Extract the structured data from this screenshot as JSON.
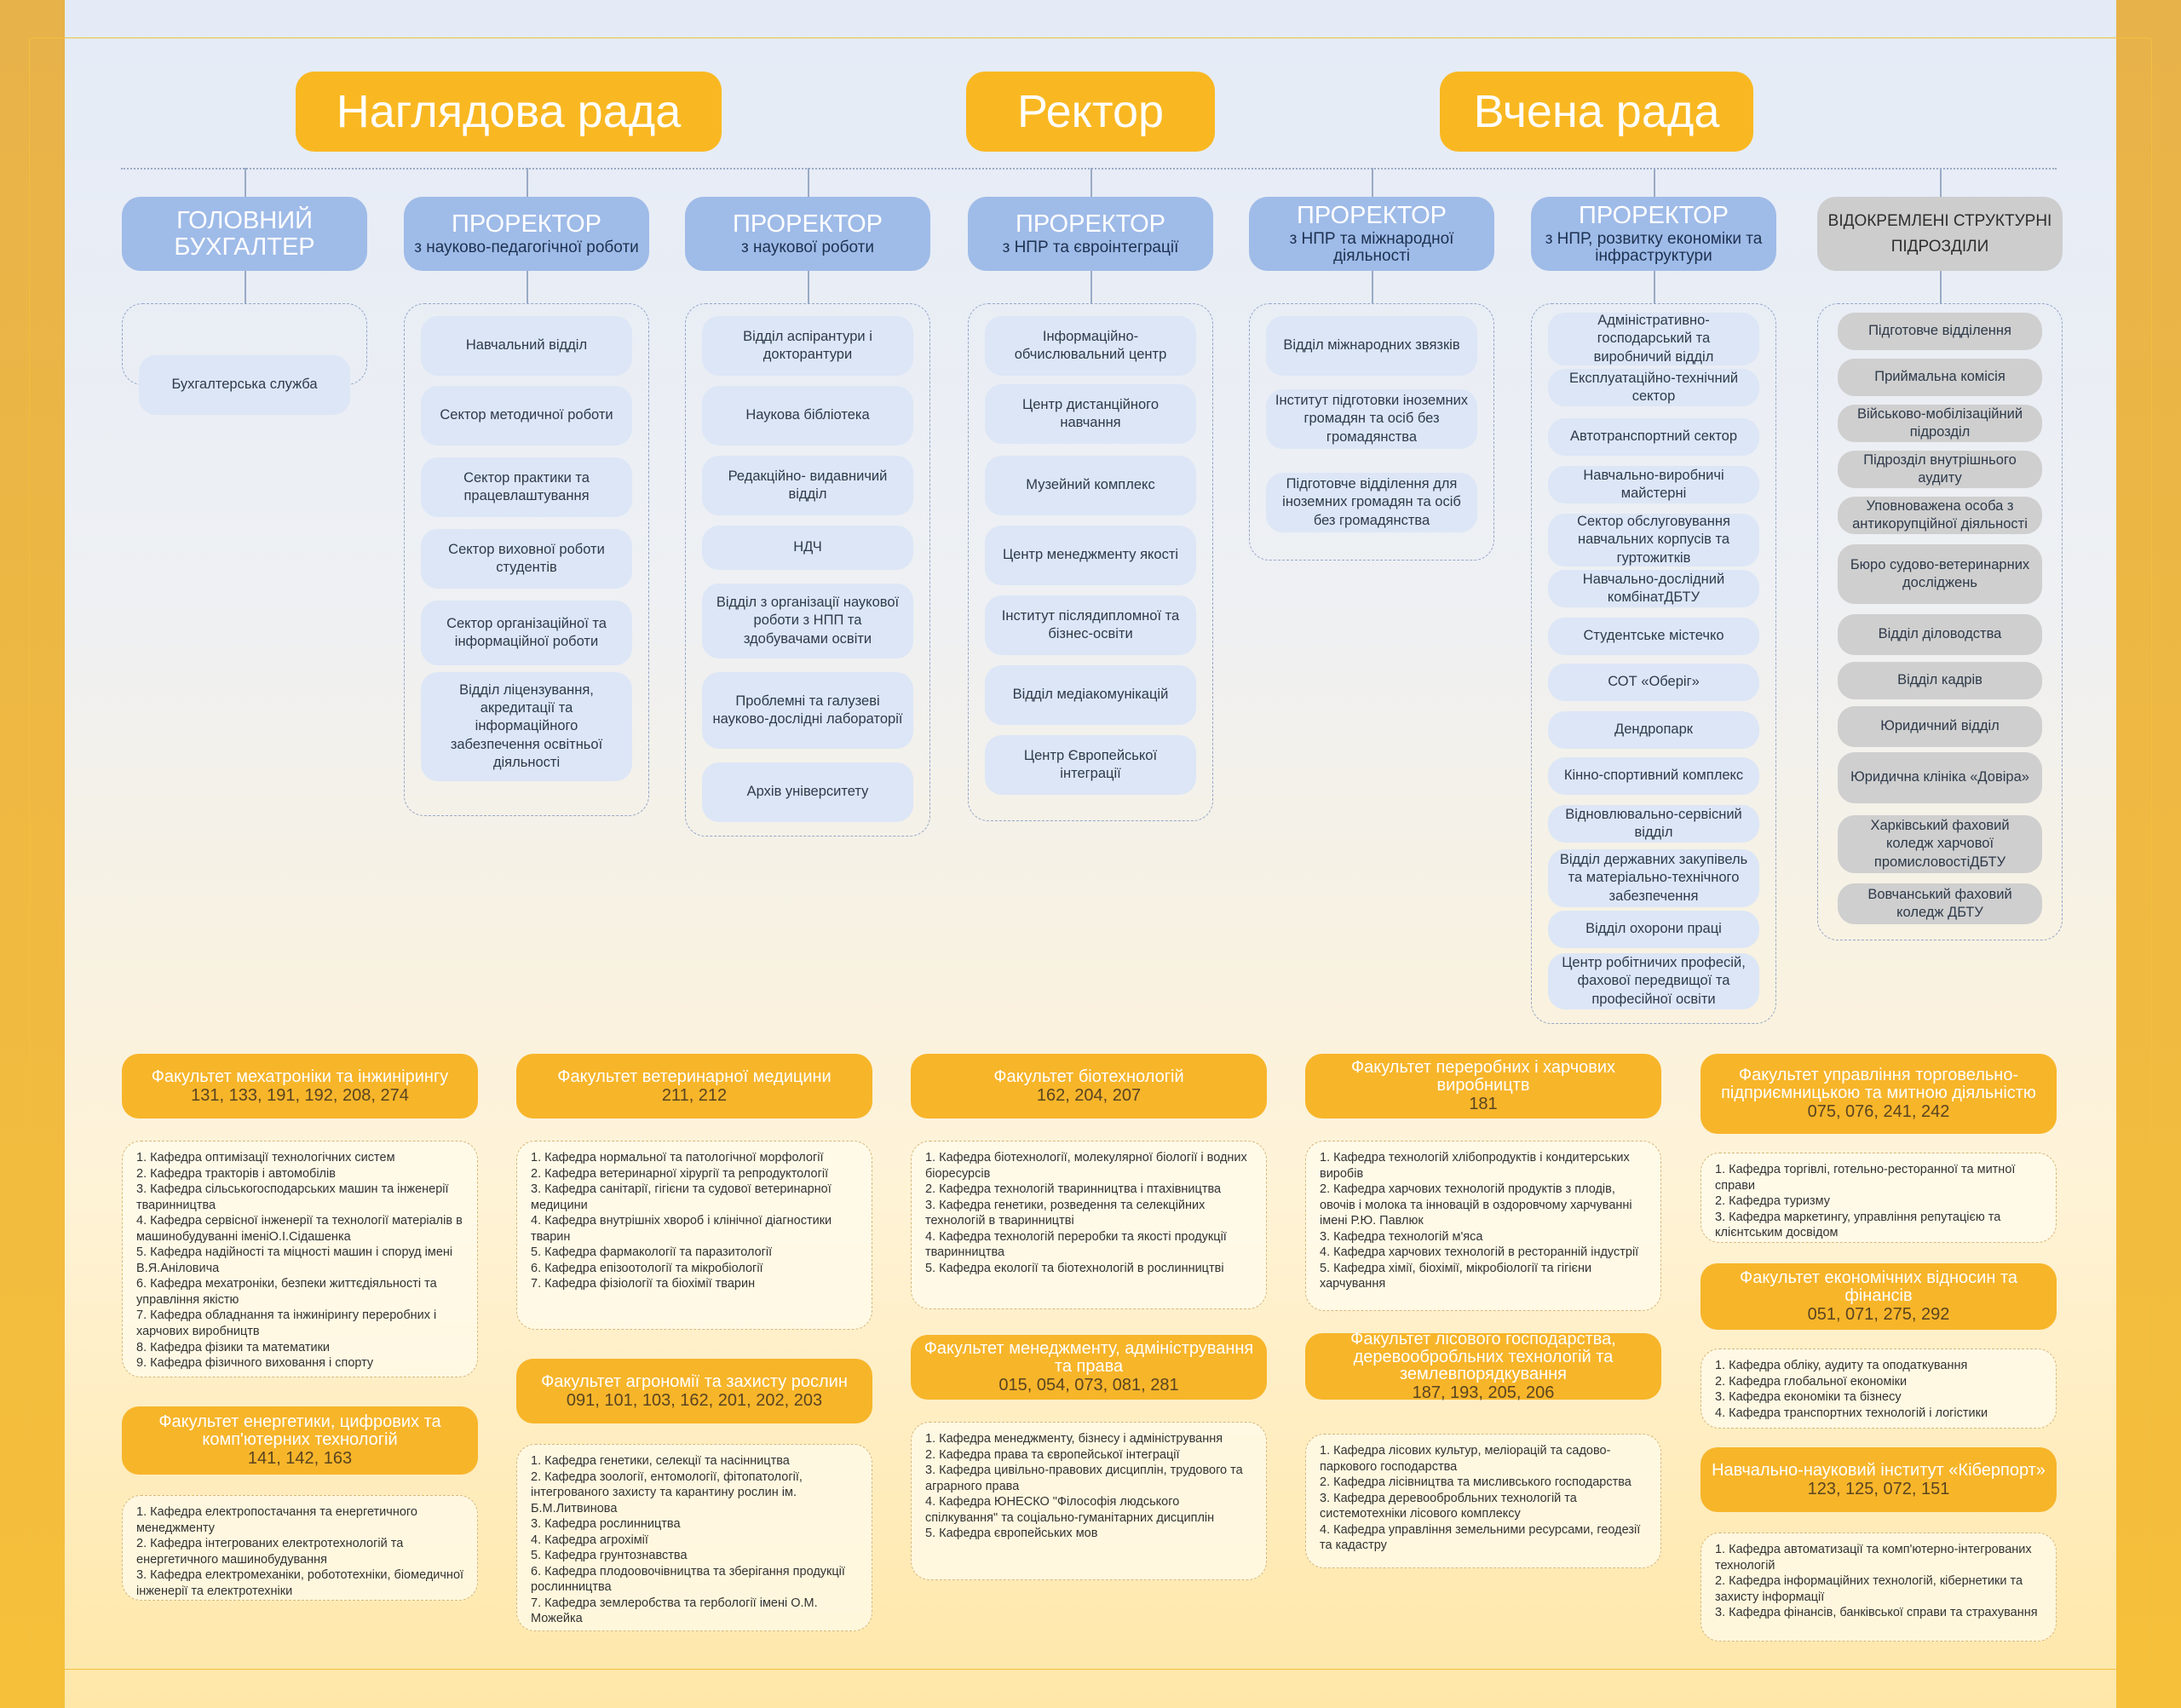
{
  "top": {
    "supervisory_board": "Наглядова рада",
    "rector": "Ректор",
    "academic_council": "Вчена рада"
  },
  "columns": [
    {
      "title": "ГОЛОВНИЙ БУХГАЛТЕР",
      "subtitle": "",
      "items": [
        "Бухгалтерська служба"
      ]
    },
    {
      "title": "ПРОРЕКТОР",
      "subtitle": "з науково-педагогічної роботи",
      "items": [
        "Навчальний відділ",
        "Сектор методичної роботи",
        "Сектор практики та працевлаштування",
        "Сектор виховної роботи студентів",
        "Сектор організаційної та інформаційної роботи",
        "Відділ ліцензування, акредитації та інформаційного забезпечення освітньої діяльності"
      ]
    },
    {
      "title": "ПРОРЕКТОР",
      "subtitle": "з наукової роботи",
      "items": [
        "Відділ аспірантури і докторантури",
        "Наукова бібліотека",
        "Редакційно- видавничий відділ",
        "НДЧ",
        "Відділ з організації наукової роботи з НПП та здобувачами освіти",
        "Проблемні та галузеві науково-дослідні лабораторії",
        "Архів університету"
      ]
    },
    {
      "title": "ПРОРЕКТОР",
      "subtitle": "з НПР та євроінтеграції",
      "items": [
        "Інформаційно-обчислювальний центр",
        "Центр дистанційного навчання",
        "Музейний комплекс",
        "Центр менеджменту якості",
        "Інститут післядипломної та бізнес-освіти",
        "Відділ медіакомунікацій",
        "Центр Європейської інтеграції"
      ]
    },
    {
      "title": "ПРОРЕКТОР",
      "subtitle": "з НПР та міжнародної діяльності",
      "items": [
        "Відділ міжнародних звязків",
        "Інститут підготовки іноземних громадян та осіб без громадянства",
        "Підготовче відділення для іноземних громадян та осіб без громадянства"
      ]
    },
    {
      "title": "ПРОРЕКТОР",
      "subtitle": "з НПР, розвитку економіки та інфраструктури",
      "items": [
        "Адміністративно-господарський та виробничий відділ",
        "Експлуатаційно-технічний сектор",
        "Автотранспортний сектор",
        "Навчально-виробничі майстерні",
        "Сектор обслуговування навчальних корпусів та гуртожитків",
        "Навчально-дослідний комбінатДБТУ",
        "Студентське містечко",
        "СОТ «Оберіг»",
        "Дендропарк",
        "Кінно-спортивний комплекс",
        "Відновлювально-сервісний відділ",
        "Відділ державних закупівель та матеріально-технічного забезпечення",
        "Відділ охорони праці",
        "Центр робітничих професій, фахової передвищої та професійної освіти"
      ]
    },
    {
      "title": "ВІДОКРЕМЛЕНІ СТРУКТУРНІ ПІДРОЗДІЛИ",
      "subtitle": "",
      "items": [
        "Підготовче відділення",
        "Приймальна комісія",
        "Військово-мобілізаційний підрозділ",
        "Підрозділ внутрішнього аудиту",
        "Уповноважена особа з антикорупційної діяльності",
        "Бюро судово-ветеринарних досліджень",
        "Відділ діловодства",
        "Відділ кадрів",
        "Юридичний відділ",
        "Юридична клініка «Довіра»",
        "Харківський фаховий коледж харчової промисловостіДБТУ",
        "Вовчанський фаховий коледж ДБТУ"
      ]
    }
  ],
  "faculties": [
    {
      "name": "Факультет мехатроніки та інжинірингу",
      "codes": "131, 133, 191, 192, 208, 274",
      "depts": [
        "1. Кафедра оптимізації технологічних систем",
        "2. Кафедра тракторів і автомобілів",
        "3. Кафедра сільськогосподарських машин та інженерії тваринництва",
        "4. Кафедра сервісної інженерії та технології матеріалів в машинобудуванні іменіО.І.Сідашенка",
        "5. Кафедра надійності та міцності машин і споруд імені В.Я.Аніловича",
        "6. Кафедра мехатроніки, безпеки життєдіяльності та управління якістю",
        "7. Кафедра обладнання та інжинірингу переробних і харчових виробництв",
        "8. Кафедра фізики та математики",
        "9. Кафедра фізичного виховання і спорту"
      ]
    },
    {
      "name": "Факультет енергетики, цифрових та комп'ютерних технологій",
      "codes": "141, 142, 163",
      "depts": [
        "1. Кафедра електропостачання та енергетичного менеджменту",
        "2. Кафедра інтегрованих електротехнологій та енергетичного машинобудування",
        "3. Кафедра електромеханіки, робототехніки, біомедичної інженерії та електротехніки"
      ]
    },
    {
      "name": "Факультет ветеринарної медицини",
      "codes": "211, 212",
      "depts": [
        "1. Кафедра нормальної та патологічної морфології",
        "2. Кафедра ветеринарної хірургії та репродуктології",
        "3. Кафедра санітарії, гігієни та судової ветеринарної медицини",
        "4. Кафедра внутрішніх хвороб і клінічної діагностики тварин",
        "5. Кафедра фармакології та паразитології",
        "6. Кафедра епізоотології та мікробіології",
        "7. Кафедра фізіології та біохімії тварин"
      ]
    },
    {
      "name": "Факультет агрономії та захисту рослин",
      "codes": "091, 101, 103, 162, 201, 202, 203",
      "depts": [
        "1. Кафедра генетики, селекції та насінництва",
        "2. Кафедра зоології, ентомології, фітопатології, інтегрованого захисту та карантину рослин ім. Б.М.Литвинова",
        "3. Кафедра рослинництва",
        "4. Кафедра агрохімії",
        "5. Кафедра грунтознавства",
        "6. Кафедра плодоовочівництва та зберігання продукції рослинництва",
        "7. Кафедра землеробства та гербології імені О.М. Можейка"
      ]
    },
    {
      "name": "Факультет біотехнологій",
      "codes": "162, 204, 207",
      "depts": [
        "1. Кафедра біотехнології, молекулярної біології і водних біоресурсів",
        "2. Кафедра технологій тваринництва і птахівництва",
        "3. Кафедра генетики, розведення та селекційних технологій в тваринництві",
        "4. Кафедра технологій переробки та якості продукції тваринництва",
        "5. Кафедра екології та біотехнологій в рослинництві"
      ]
    },
    {
      "name": "Факультет менеджменту, адміністрування та права",
      "codes": "015, 054, 073, 081, 281",
      "depts": [
        "1. Кафедра менеджменту, бізнесу і адміністрування",
        "2. Кафедра права та європейської інтеграції",
        "3. Кафедра цивільно-правових дисциплін, трудового та аграрного права",
        "4. Кафедра ЮНЕСКО \"Філософія людського спілкування\" та соціально-гуманітарних дисциплін",
        "5. Кафедра європейських мов"
      ]
    },
    {
      "name": "Факультет переробних і харчових виробництв",
      "codes": "181",
      "depts": [
        "1. Кафедра технологій хлібопродуктів і кондитерських виробів",
        "2. Кафедра харчових технологій продуктів з плодів, овочів і молока та інновацій в оздоровчому харчуванні імені Р.Ю. Павлюк",
        "3. Кафедра технологій м'яса",
        "4. Кафедра харчових технологій в ресторанній індустрії",
        "5. Кафедра хімії, біохімії, мікробіології та гігієни харчування"
      ]
    },
    {
      "name": "Факультет лісового господарства, деревообробльних технологій та землевпорядкування",
      "codes": "187, 193, 205, 206",
      "depts": [
        "1. Кафедра лісових культур, меліорацій та садово-паркового господарства",
        "2. Кафедра лісівництва та мисливського господарства",
        "3. Кафедра деревообробльних технологій та системотехніки лісового комплексу",
        "4. Кафедра управління земельними ресурсами, геодезії та кадастру"
      ]
    },
    {
      "name": "Факультет управління торговельно-підприємницькою та митною діяльністю",
      "codes": "075, 076, 241, 242",
      "depts": [
        "1. Кафедра торгівлі, готельно-ресторанної та митної справи",
        "2. Кафедра туризму",
        "3. Кафедра маркетингу, управління репутацією та клієнтським досвідом"
      ]
    },
    {
      "name": "Факультет економічних відносин та фінансів",
      "codes": "051, 071, 275, 292",
      "depts": [
        "1. Кафедра обліку, аудиту та оподаткування",
        "2. Кафедра глобальної економіки",
        "3. Кафедра економіки та бізнесу",
        "4. Кафедра транспортних технологій і логістики"
      ]
    },
    {
      "name": "Навчально-науковий інститут «Кіберпорт»",
      "codes": "123, 125, 072, 151",
      "depts": [
        "1. Кафедра автоматизації та комп'ютерно-інтегрованих технологій",
        "2. Кафедра інформаційних технологій, кібернетики та захисту інформації",
        "3. Кафедра фінансів, банківської справи та страхування"
      ]
    }
  ],
  "colors": {
    "gold": "#f7b52a",
    "blue": "#9fbbe8",
    "light_blue": "#dce6f6",
    "gray": "#cdcdcd"
  }
}
